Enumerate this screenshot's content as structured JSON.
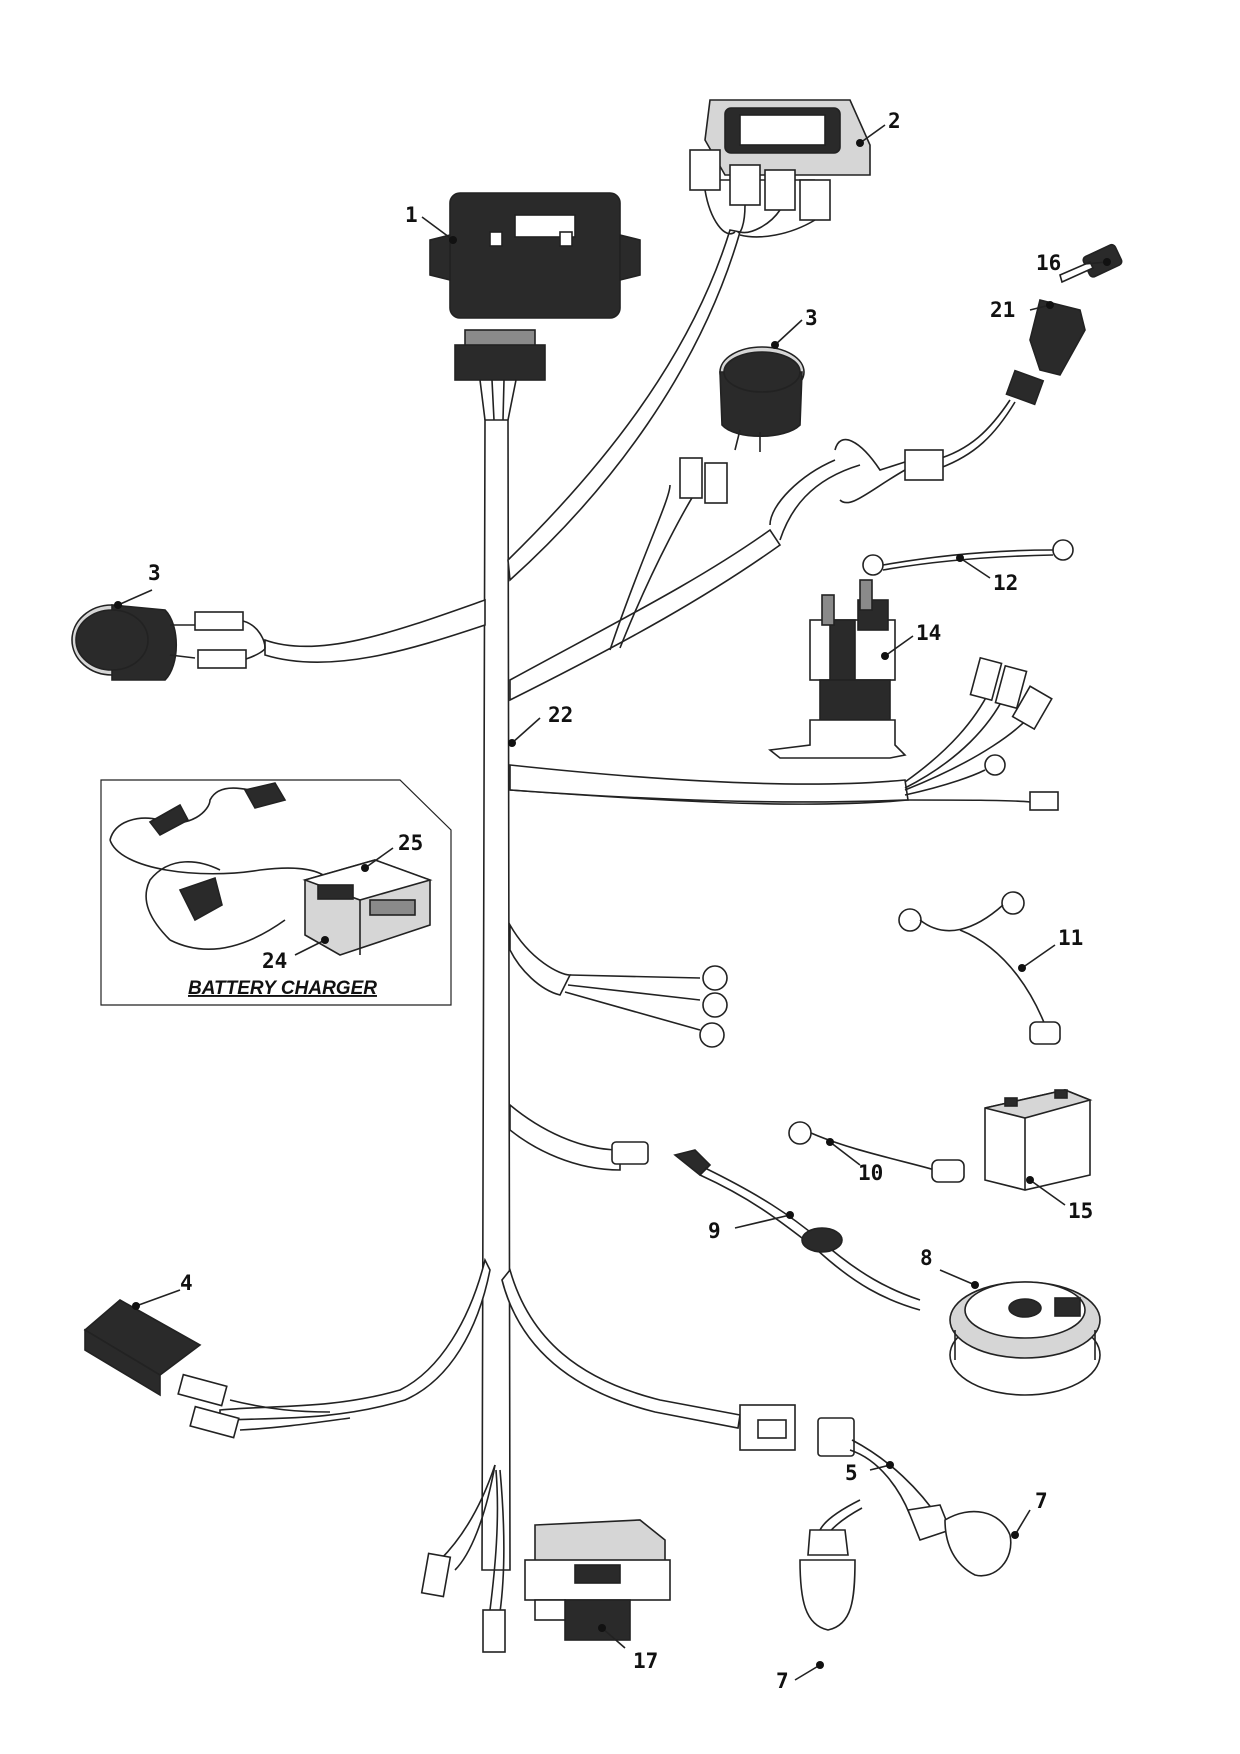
{
  "diagram": {
    "inset_caption": "BATTERY CHARGER",
    "callouts": [
      {
        "id": "c1",
        "label": "1",
        "icon": "hour-meter-icon"
      },
      {
        "id": "c2",
        "label": "2",
        "icon": "battery-indicator-icon"
      },
      {
        "id": "c3a",
        "label": "3",
        "icon": "push-button-switch-icon"
      },
      {
        "id": "c3b",
        "label": "3",
        "icon": "push-button-switch-icon"
      },
      {
        "id": "c4",
        "label": "4",
        "icon": "relay-icon"
      },
      {
        "id": "c5",
        "label": "5",
        "icon": "lamp-harness-icon"
      },
      {
        "id": "c7a",
        "label": "7",
        "icon": "bulb-icon"
      },
      {
        "id": "c7b",
        "label": "7",
        "icon": "bulb-icon"
      },
      {
        "id": "c8",
        "label": "8",
        "icon": "pto-clutch-icon"
      },
      {
        "id": "c9",
        "label": "9",
        "icon": "fuse-holder-icon"
      },
      {
        "id": "c10",
        "label": "10",
        "icon": "battery-cable-icon"
      },
      {
        "id": "c11",
        "label": "11",
        "icon": "battery-cable-icon"
      },
      {
        "id": "c12",
        "label": "12",
        "icon": "ground-cable-icon"
      },
      {
        "id": "c14",
        "label": "14",
        "icon": "solenoid-icon"
      },
      {
        "id": "c15",
        "label": "15",
        "icon": "battery-icon"
      },
      {
        "id": "c16",
        "label": "16",
        "icon": "ignition-key-icon"
      },
      {
        "id": "c17",
        "label": "17",
        "icon": "fuse-box-icon"
      },
      {
        "id": "c21",
        "label": "21",
        "icon": "ignition-switch-icon"
      },
      {
        "id": "c22",
        "label": "22",
        "icon": "wiring-harness-icon"
      },
      {
        "id": "c24",
        "label": "24",
        "icon": "charger-plug-icon"
      },
      {
        "id": "c25",
        "label": "25",
        "icon": "battery-charger-icon"
      }
    ]
  }
}
